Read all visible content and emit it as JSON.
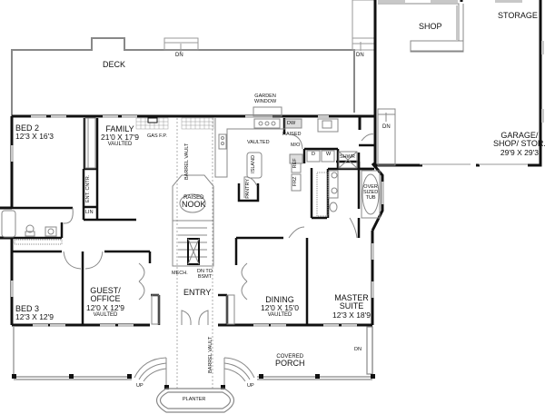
{
  "plan": {
    "type": "house floor plan",
    "rooms": {
      "deck": {
        "name": "DECK"
      },
      "shop": {
        "name": "SHOP"
      },
      "storage": {
        "name": "STORAGE"
      },
      "garage": {
        "name_line1": "GARAGE/",
        "name_line2": "SHOP/ STOR.",
        "dim": "29'9 X 29'3"
      },
      "bed2": {
        "name": "BED 2",
        "dim": "12'3 X 16'3"
      },
      "family": {
        "name": "FAMILY",
        "dim": "21'0 X 17'9",
        "note": "VAULTED"
      },
      "kitchen": {
        "note": "VAULTED"
      },
      "nook": {
        "name_line1": "RAISED",
        "name_line2": "NOOK"
      },
      "bed3": {
        "name": "BED 3",
        "dim": "12'3 X 12'9"
      },
      "guest": {
        "name_line1": "GUEST/",
        "name_line2": "OFFICE",
        "dim": "12'0 X 12'9",
        "note": "VAULTED"
      },
      "entry": {
        "name": "ENTRY"
      },
      "dining": {
        "name": "DINING",
        "dim": "12'0 X 15'0",
        "note": "VAULTED"
      },
      "master": {
        "name_line1": "MASTER",
        "name_line2": "SUITE",
        "dim": "12'3 X 18'9"
      },
      "porch": {
        "name_line1": "COVERED",
        "name_line2": "PORCH"
      },
      "planter": {
        "name": "PLANTER"
      }
    },
    "fixtures": {
      "garden_window_line1": "GARDEN",
      "garden_window_line2": "WINDOW",
      "gas_fp": "GAS F.P.",
      "barrel_vault_top": "BARREL VAULT",
      "barrel_vault_bottom": "BARREL VAULT",
      "ent_cntr": "ENT. CNTR.",
      "lin": "LIN",
      "dw": "DW",
      "raised": "RAISED",
      "island": "ISLAND",
      "pantry": "PANTRY",
      "mw": "M/O",
      "dryer": "D",
      "washer": "W",
      "ref": "REF",
      "frz": "FRZ",
      "shwr": "SHWR",
      "tub_line1": "OVER",
      "tub_line2": "SIZED",
      "tub_line3": "TUB",
      "mech": "MECH.",
      "dn_bsmt_line1": "DN TO",
      "dn_bsmt_line2": "BSMT"
    },
    "stairs": {
      "deck_dn_left": "DN",
      "deck_dn_right": "DN",
      "garage_dn": "DN",
      "porch_dn": "DN",
      "porch_up_left": "UP",
      "porch_up_right": "UP"
    },
    "colors": {
      "wall": "#111111",
      "window": "#c8c8c8",
      "thin_line": "#888888"
    }
  }
}
